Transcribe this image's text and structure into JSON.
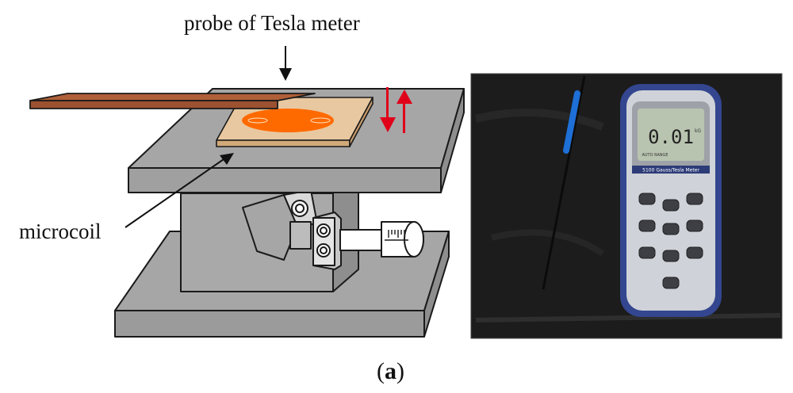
{
  "labels": {
    "probe": "probe of Tesla meter",
    "microcoil": "microcoil",
    "caption_open": "(",
    "caption_letter": "a",
    "caption_close": ")"
  },
  "meter": {
    "display_value": "0.01",
    "display_unit": "kG",
    "display_mode": "AUTO RANGE",
    "model": "5100 Gauss/Tesla Meter"
  },
  "colors": {
    "base_gray": "#a6a6a6",
    "coil_orange": "#ff6a00",
    "strip_brown": "#b06038",
    "substrate_tan": "#e8c8a0",
    "arrow_red": "#e0001a",
    "meter_blue": "#33468f",
    "photo_background": "#1c1c1c"
  }
}
